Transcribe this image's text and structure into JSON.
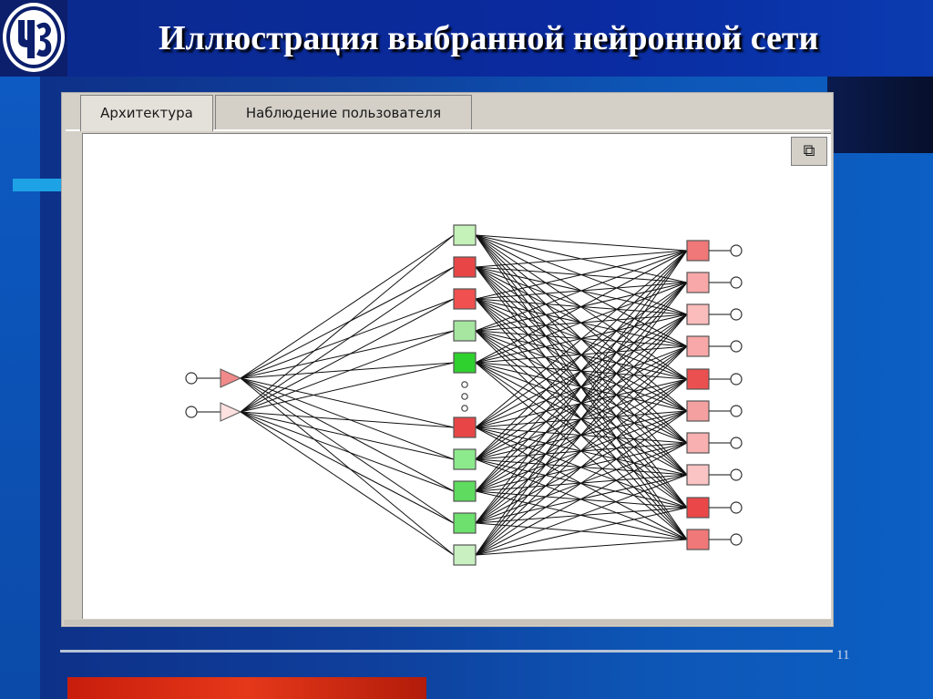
{
  "slide": {
    "title": "Иллюстрация выбранной нейронной сети",
    "number": "11",
    "logo_icon": "university-logo-icon"
  },
  "window": {
    "tabs": [
      {
        "label": "Архитектура",
        "active": true
      },
      {
        "label": "Наблюдение пользователя",
        "active": false
      }
    ],
    "copy_button_icon": "copy-icon"
  },
  "network": {
    "input_nodes": [
      {
        "color": "#f08a8a"
      },
      {
        "color": "#fde0e0"
      }
    ],
    "hidden_nodes_top": [
      {
        "color": "#c4f2b8"
      },
      {
        "color": "#e84646"
      },
      {
        "color": "#f05050"
      },
      {
        "color": "#a6e6a0"
      },
      {
        "color": "#2fd12f"
      }
    ],
    "hidden_nodes_bottom": [
      {
        "color": "#e84646"
      },
      {
        "color": "#8cea8c"
      },
      {
        "color": "#5fdc5f"
      },
      {
        "color": "#6ee06e"
      },
      {
        "color": "#c8f0c0"
      }
    ],
    "output_nodes": [
      {
        "color": "#f07878"
      },
      {
        "color": "#f8a8a8"
      },
      {
        "color": "#fbbcbc"
      },
      {
        "color": "#f8a8a8"
      },
      {
        "color": "#ea5050"
      },
      {
        "color": "#f4a0a0"
      },
      {
        "color": "#f8b0b0"
      },
      {
        "color": "#fbc4c4"
      },
      {
        "color": "#ea4848"
      },
      {
        "color": "#f07878"
      }
    ],
    "ellipsis_icon": "vertical-dots-icon"
  }
}
